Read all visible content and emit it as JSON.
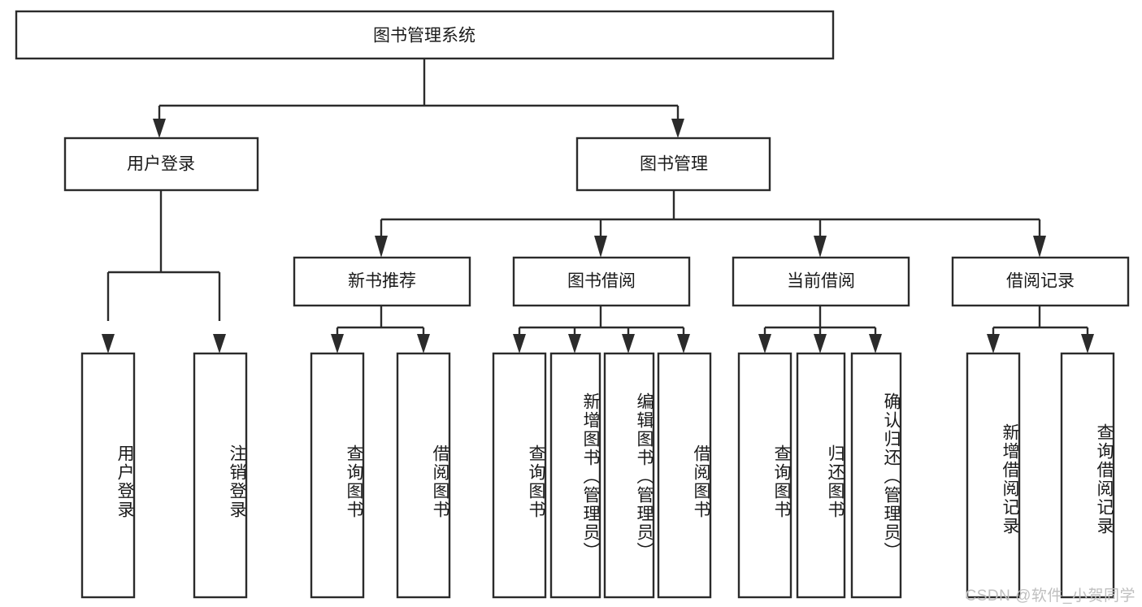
{
  "diagram": {
    "title": "图书管理系统",
    "type": "hierarchy-tree",
    "root": {
      "label": "图书管理系统",
      "children": [
        {
          "label": "用户登录",
          "children": [
            {
              "label": "用户登录"
            },
            {
              "label": "注销登录"
            }
          ]
        },
        {
          "label": "图书管理",
          "children": [
            {
              "label": "新书推荐",
              "children": [
                {
                  "label": "查询图书"
                },
                {
                  "label": "借阅图书"
                }
              ]
            },
            {
              "label": "图书借阅",
              "children": [
                {
                  "label": "查询图书"
                },
                {
                  "label": "新增图书（管理员）"
                },
                {
                  "label": "编辑图书（管理员）"
                },
                {
                  "label": "借阅图书"
                }
              ]
            },
            {
              "label": "当前借阅",
              "children": [
                {
                  "label": "查询图书"
                },
                {
                  "label": "归还图书"
                },
                {
                  "label": "确认归还（管理员）"
                }
              ]
            },
            {
              "label": "借阅记录",
              "children": [
                {
                  "label": "新增借阅记录"
                },
                {
                  "label": "查询借阅记录"
                }
              ]
            }
          ]
        }
      ]
    }
  },
  "nodes": {
    "root": "图书管理系统",
    "l1_user_login": "用户登录",
    "l1_book_manage": "图书管理",
    "l2_new_book": "新书推荐",
    "l2_book_borrow": "图书借阅",
    "l2_current_borrow": "当前借阅",
    "l2_borrow_record": "借阅记录",
    "leaf_user_login": "用户登录",
    "leaf_logout": "注销登录",
    "leaf_nb_query": "查询图书",
    "leaf_nb_borrow": "借阅图书",
    "leaf_bb_query": "查询图书",
    "leaf_bb_add": "新增图书（管理员）",
    "leaf_bb_edit": "编辑图书（管理员）",
    "leaf_bb_borrow": "借阅图书",
    "leaf_cb_query": "查询图书",
    "leaf_cb_return": "归还图书",
    "leaf_cb_confirm": "确认归还（管理员）",
    "leaf_br_add": "新增借阅记录",
    "leaf_br_query": "查询借阅记录"
  },
  "watermark": {
    "text": "CSDN @软件_小贺同学"
  },
  "colors": {
    "stroke": "#2b2b2b",
    "fill": "#ffffff",
    "text": "#1a1a1a",
    "watermark": "#bfbfbf",
    "background": "#ffffff"
  }
}
